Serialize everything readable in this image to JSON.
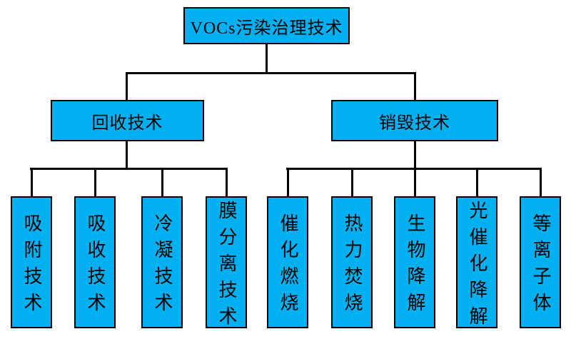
{
  "diagram": {
    "tree": {
      "root": {
        "label": "VOCs污染治理技术"
      },
      "branches": [
        {
          "label": "回收技术",
          "children": [
            {
              "label": "吸附技术"
            },
            {
              "label": "吸收技术"
            },
            {
              "label": "冷凝技术"
            },
            {
              "label": "膜分离技术"
            }
          ]
        },
        {
          "label": "销毁技术",
          "children": [
            {
              "label": "催化燃烧"
            },
            {
              "label": "热力焚烧"
            },
            {
              "label": "生物降解"
            },
            {
              "label": "光催化降解"
            },
            {
              "label": "等离子体"
            }
          ]
        }
      ]
    },
    "colors": {
      "node_fill": "#00b0f0",
      "node_border": "#000000",
      "connector": "#000000",
      "background": "#ffffff",
      "text": "#000000"
    }
  }
}
